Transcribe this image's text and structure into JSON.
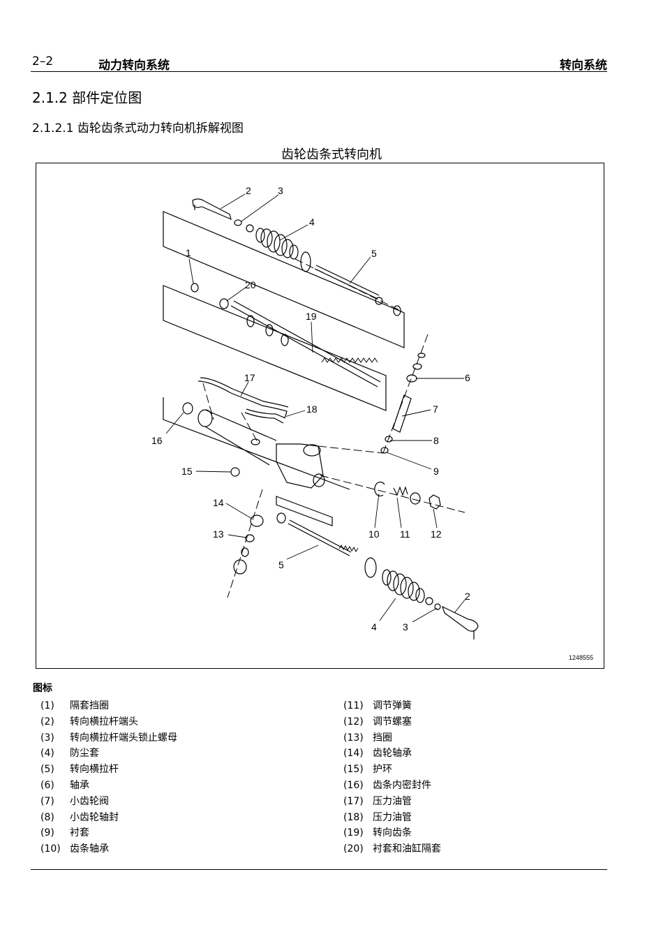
{
  "header": {
    "page_number": "2–2",
    "chapter": "动力转向系统",
    "section": "转向系统"
  },
  "heading2": "2.1.2 部件定位图",
  "heading3": "2.1.2.1 齿轮齿条式动力转向机拆解视图",
  "figure": {
    "title": "齿轮齿条式转向机",
    "image_id": "1248555",
    "callouts": [
      "2",
      "3",
      "4",
      "5",
      "1",
      "20",
      "19",
      "6",
      "17",
      "18",
      "7",
      "16",
      "8",
      "15",
      "9",
      "14",
      "10",
      "11",
      "12",
      "13",
      "5",
      "2",
      "4",
      "3"
    ]
  },
  "legend": {
    "title": "图标",
    "items": [
      {
        "num": "(1)",
        "label": "隔套挡圈"
      },
      {
        "num": "(2)",
        "label": "转向横拉杆端头"
      },
      {
        "num": "(3)",
        "label": "转向横拉杆端头锁止螺母"
      },
      {
        "num": "(4)",
        "label": "防尘套"
      },
      {
        "num": "(5)",
        "label": "转向横拉杆"
      },
      {
        "num": "(6)",
        "label": "轴承"
      },
      {
        "num": "(7)",
        "label": "小齿轮阀"
      },
      {
        "num": "(8)",
        "label": "小齿轮轴封"
      },
      {
        "num": "(9)",
        "label": "衬套"
      },
      {
        "num": "(10)",
        "label": "齿条轴承"
      },
      {
        "num": "(11)",
        "label": "调节弹簧"
      },
      {
        "num": "(12)",
        "label": "调节螺塞"
      },
      {
        "num": "(13)",
        "label": "挡圈"
      },
      {
        "num": "(14)",
        "label": "齿轮轴承"
      },
      {
        "num": "(15)",
        "label": "护环"
      },
      {
        "num": "(16)",
        "label": "齿条内密封件"
      },
      {
        "num": "(17)",
        "label": "压力油管"
      },
      {
        "num": "(18)",
        "label": "压力油管"
      },
      {
        "num": "(19)",
        "label": "转向齿条"
      },
      {
        "num": "(20)",
        "label": "衬套和油缸隔套"
      }
    ]
  }
}
